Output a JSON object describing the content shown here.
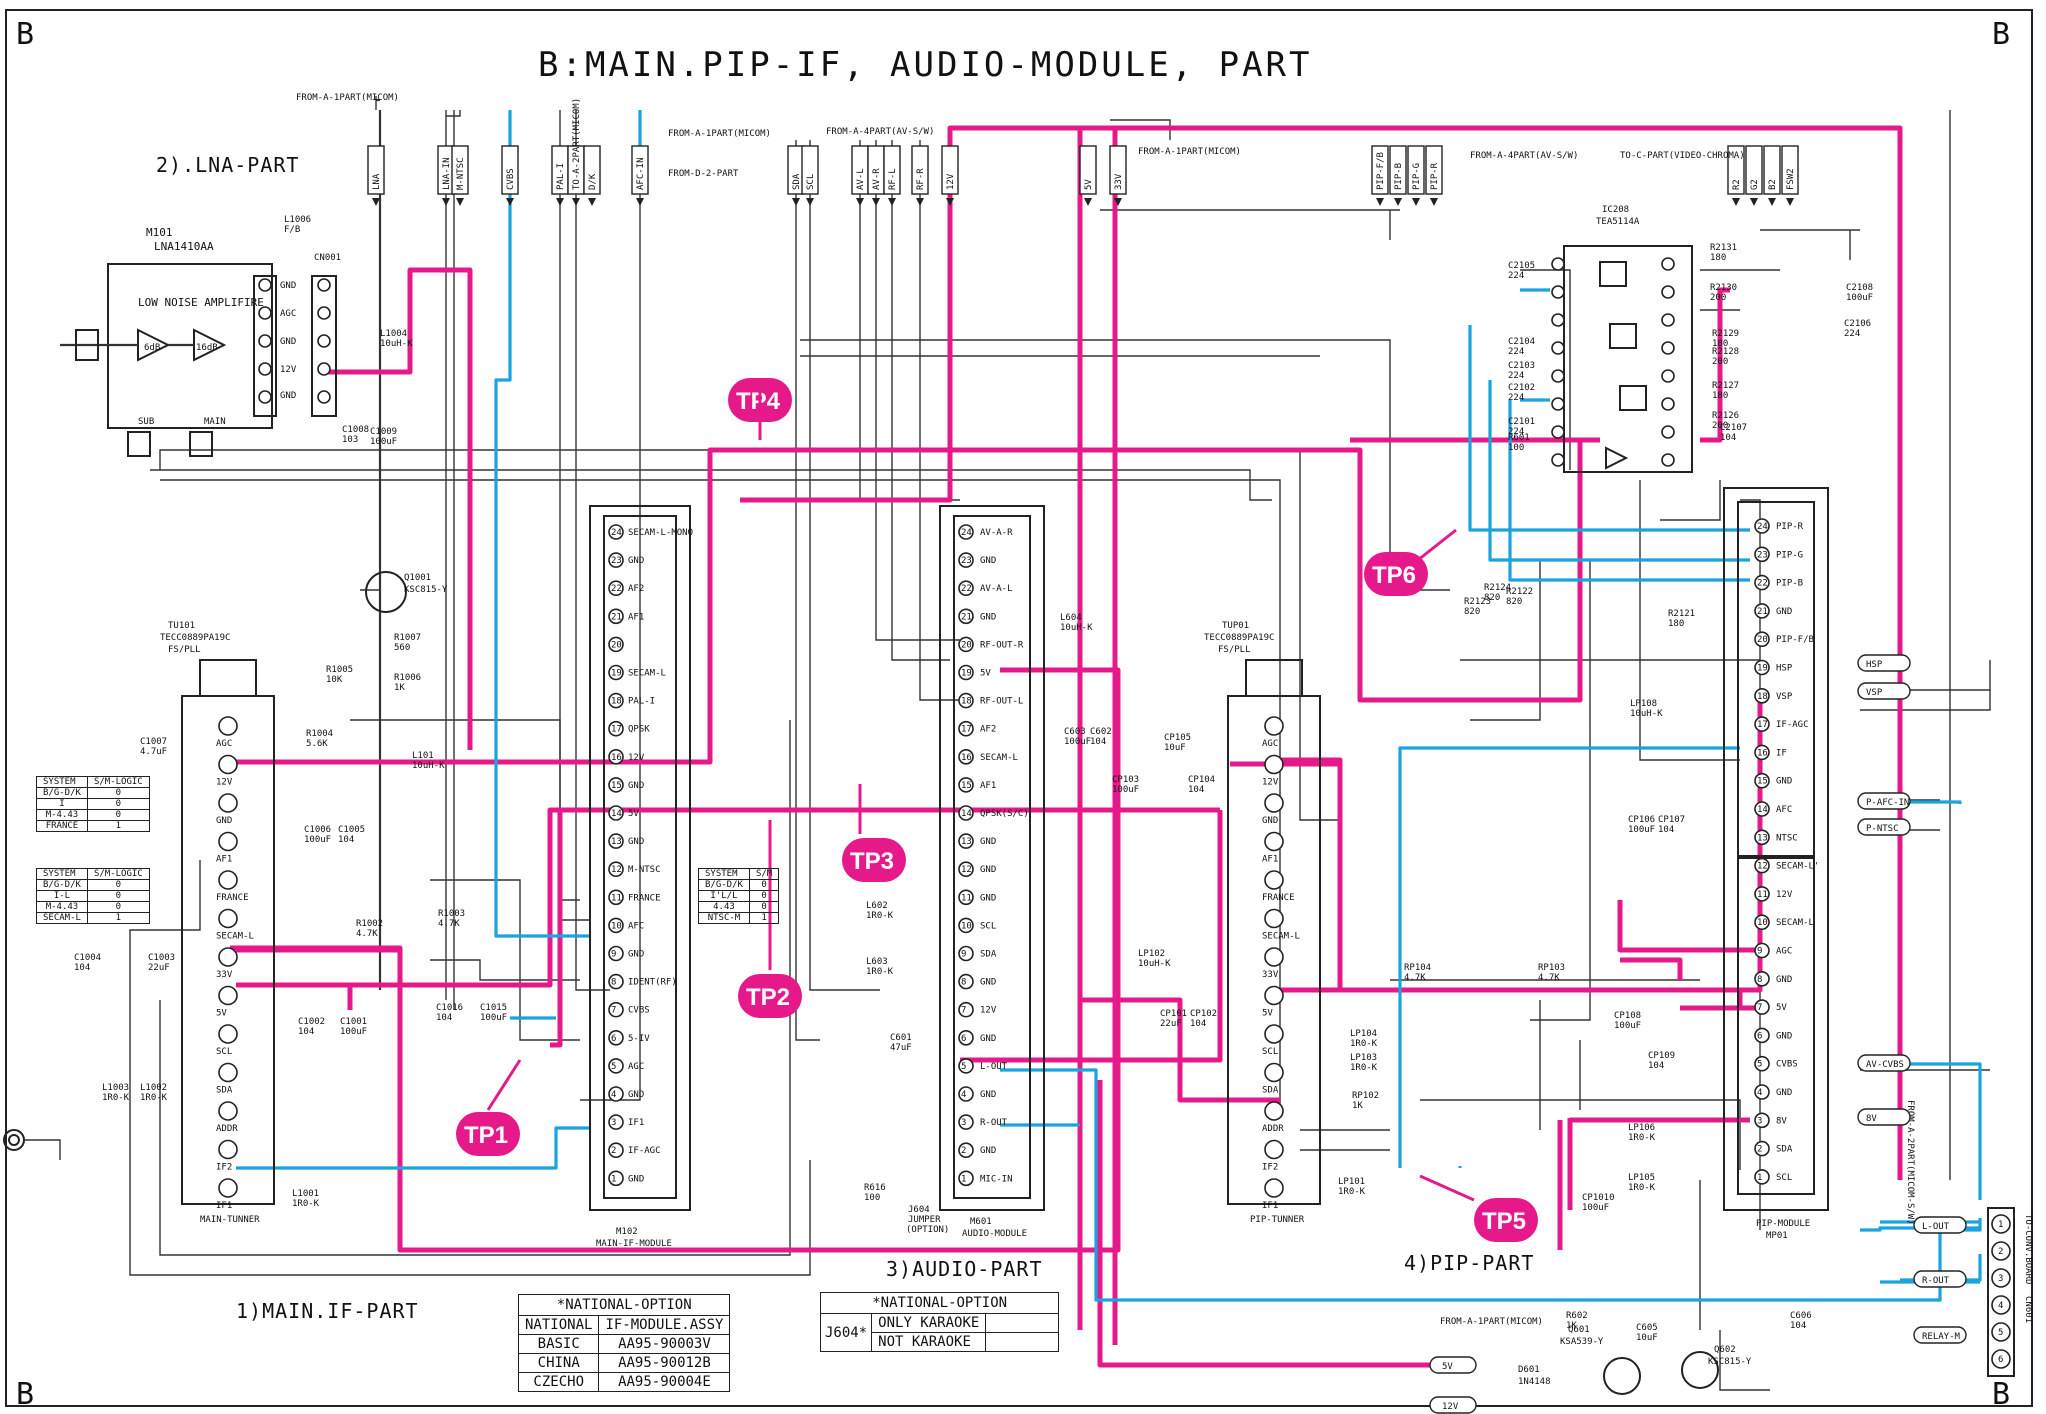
{
  "title": "B:MAIN.PIP-IF, AUDIO-MODULE, PART",
  "corner_mark": "B",
  "sections": {
    "lna": "2).LNA-PART",
    "main_if": "1)MAIN.IF-PART",
    "audio": "3)AUDIO-PART",
    "pip": "4)PIP-PART"
  },
  "components": {
    "m101_ref": "M101",
    "m101_part": "LNA1410AA",
    "m101_desc": "LOW NOISE AMPLIFIRE",
    "amp1": "6dB",
    "amp2": "16dB",
    "cn001": "CN001",
    "tu101": "TU101",
    "tu101_part": "TECC0889PA19C",
    "tu101_type": "FS/PLL",
    "tu101_name": "MAIN-TUNNER",
    "m102_name": "MAIN-IF-MODULE",
    "m102_ref": "M102",
    "m601_name": "AUDIO-MODULE",
    "m601_ref": "M601",
    "tup01": "TUP01",
    "tup01_part": "TECC0889PA19C",
    "tup01_type": "FS/PLL",
    "tup01_name": "PIP-TUNNER",
    "mp01_name": "PIP-MODULE",
    "mp01_ref": "MP01",
    "ic208": "IC208",
    "ic208_part": "TEA5114A",
    "q1001": "Q1001",
    "q1001_part": "KSC815-Y",
    "q601": "Q601",
    "q601_part": "KSA539-Y",
    "q602": "Q602",
    "q602_part": "KSC815-Y",
    "d601": "D601",
    "d601_part": "1N4148",
    "j604": "J604",
    "j604_desc": "JUMPER",
    "j604_opt": "(OPTION)",
    "cn601": "CN601",
    "to_conv_board": "TO-CONV.BOARD"
  },
  "connector_labels": {
    "top_left": [
      "LNA",
      "LNA-IN",
      "M-NTSC",
      "CVBS",
      "PAL-I",
      "TO-A-2PART(MICOM)",
      "D/K",
      "AFC-IN"
    ],
    "top_mid": [
      "SDA",
      "SCL",
      "AV-L",
      "AV-R",
      "RF-L",
      "RF-R",
      "12V",
      "5V",
      "33V"
    ],
    "top_right_pip": [
      "PIP-F/B",
      "PIP-B",
      "PIP-G",
      "PIP-R"
    ],
    "top_right_c": [
      "R2",
      "G2",
      "B2",
      "FSW2"
    ],
    "right_side": [
      "HSP",
      "VSP",
      "P-AFC-IN",
      "P-NTSC",
      "AV-CVBS",
      "8V",
      "L-OUT",
      "R-OUT",
      "RELAY-M"
    ],
    "bottom": [
      "5V",
      "12V"
    ]
  },
  "from_labels": {
    "a_micom_1": "FROM-A-1PART(MICOM)",
    "a_micom_2": "FROM-A-1PART(MICOM)",
    "a_micom_3": "FROM-A-1PART(MICOM)",
    "d2": "FROM-D-2-PART",
    "a_av_sw": "FROM-A-4PART(AV-S/W)",
    "a_av_sw2": "FROM-A-4PART(AV-S/W)",
    "c_part": "TO-C-PART(VIDEO-CHROMA)",
    "a_micom_bottom": "FROM-A-1PART(MICOM)",
    "vertical_right": "FROM-A-2PART(MICOM-S/W)"
  },
  "m102_pins": [
    {
      "n": "24",
      "name": "SECAM-L-MONO"
    },
    {
      "n": "23",
      "name": "GND"
    },
    {
      "n": "22",
      "name": "AF2"
    },
    {
      "n": "21",
      "name": "AF1"
    },
    {
      "n": "20",
      "name": ""
    },
    {
      "n": "19",
      "name": "SECAM-L"
    },
    {
      "n": "18",
      "name": "PAL-I"
    },
    {
      "n": "17",
      "name": "QPSK"
    },
    {
      "n": "16",
      "name": "12V"
    },
    {
      "n": "15",
      "name": "GND"
    },
    {
      "n": "14",
      "name": "5V"
    },
    {
      "n": "13",
      "name": "GND"
    },
    {
      "n": "12",
      "name": "M-NTSC"
    },
    {
      "n": "11",
      "name": "FRANCE"
    },
    {
      "n": "10",
      "name": "AFC"
    },
    {
      "n": "9",
      "name": "GND"
    },
    {
      "n": "8",
      "name": "IDENT(RF)"
    },
    {
      "n": "7",
      "name": "CVBS"
    },
    {
      "n": "6",
      "name": "5-IV"
    },
    {
      "n": "5",
      "name": "AGC"
    },
    {
      "n": "4",
      "name": "GND"
    },
    {
      "n": "3",
      "name": "IF1"
    },
    {
      "n": "2",
      "name": "IF-AGC"
    },
    {
      "n": "1",
      "name": "GND"
    }
  ],
  "m601_pins": [
    {
      "n": "24",
      "name": "AV-A-R"
    },
    {
      "n": "23",
      "name": "GND"
    },
    {
      "n": "22",
      "name": "AV-A-L"
    },
    {
      "n": "21",
      "name": "GND"
    },
    {
      "n": "20",
      "name": "RF-OUT-R"
    },
    {
      "n": "19",
      "name": "5V"
    },
    {
      "n": "18",
      "name": "RF-OUT-L"
    },
    {
      "n": "17",
      "name": "AF2"
    },
    {
      "n": "16",
      "name": "SECAM-L"
    },
    {
      "n": "15",
      "name": "AF1"
    },
    {
      "n": "14",
      "name": "QPSK(S/C)"
    },
    {
      "n": "13",
      "name": "GND"
    },
    {
      "n": "12",
      "name": "GND"
    },
    {
      "n": "11",
      "name": "GND"
    },
    {
      "n": "10",
      "name": "SCL"
    },
    {
      "n": "9",
      "name": "SDA"
    },
    {
      "n": "8",
      "name": "GND"
    },
    {
      "n": "7",
      "name": "12V"
    },
    {
      "n": "6",
      "name": "GND"
    },
    {
      "n": "5",
      "name": "L-OUT"
    },
    {
      "n": "4",
      "name": "GND"
    },
    {
      "n": "3",
      "name": "R-OUT"
    },
    {
      "n": "2",
      "name": "GND"
    },
    {
      "n": "1",
      "name": "MIC-IN"
    }
  ],
  "mp01_pins": [
    {
      "n": "24",
      "name": "PIP-R"
    },
    {
      "n": "23",
      "name": "PIP-G"
    },
    {
      "n": "22",
      "name": "PIP-B"
    },
    {
      "n": "21",
      "name": "GND"
    },
    {
      "n": "20",
      "name": "PIP-F/B"
    },
    {
      "n": "19",
      "name": "HSP"
    },
    {
      "n": "18",
      "name": "VSP"
    },
    {
      "n": "17",
      "name": "IF-AGC"
    },
    {
      "n": "16",
      "name": "IF"
    },
    {
      "n": "15",
      "name": "GND"
    },
    {
      "n": "14",
      "name": "AFC"
    },
    {
      "n": "13",
      "name": "NTSC"
    },
    {
      "n": "12",
      "name": "SECAM-L'"
    },
    {
      "n": "11",
      "name": "12V"
    },
    {
      "n": "10",
      "name": "SECAM-L"
    },
    {
      "n": "9",
      "name": "AGC"
    },
    {
      "n": "8",
      "name": "GND"
    },
    {
      "n": "7",
      "name": "5V"
    },
    {
      "n": "6",
      "name": "GND"
    },
    {
      "n": "5",
      "name": "CVBS"
    },
    {
      "n": "4",
      "name": "GND"
    },
    {
      "n": "3",
      "name": "8V"
    },
    {
      "n": "2",
      "name": "SDA"
    },
    {
      "n": "1",
      "name": "SCL"
    }
  ],
  "tuner_pins": [
    "AGC",
    "12V",
    "GND",
    "AF1",
    "FRANCE",
    "SECAM-L",
    "33V",
    "5V",
    "SCL",
    "SDA",
    "ADDR",
    "IF2",
    "IF1"
  ],
  "lna_pins": [
    "GND",
    "AGC",
    "GND",
    "12V",
    "GND"
  ],
  "lna_bottom": [
    "SUB",
    "MAIN"
  ],
  "tp_labels": [
    "TP1",
    "TP2",
    "TP3",
    "TP4",
    "TP5",
    "TP6"
  ],
  "table_sm1": {
    "header": [
      "SYSTEM",
      "S/M-LOGIC"
    ],
    "rows": [
      [
        "B/G-D/K",
        "0"
      ],
      [
        "I",
        "0"
      ],
      [
        "M-4.43",
        "0"
      ],
      [
        "FRANCE",
        "1"
      ]
    ]
  },
  "table_sm2": {
    "header": [
      "SYSTEM",
      "S/M-LOGIC"
    ],
    "rows": [
      [
        "B/G-D/K",
        "0"
      ],
      [
        "I-L",
        "0"
      ],
      [
        "M-4.43",
        "0"
      ],
      [
        "SECAM-L",
        "1"
      ]
    ]
  },
  "table_sm3": {
    "header": [
      "SYSTEM",
      "S/M"
    ],
    "rows": [
      [
        "B/G-D/K",
        "0"
      ],
      [
        "I'L/L",
        "0"
      ],
      [
        "4.43",
        "0"
      ],
      [
        "NTSC-M",
        "1"
      ]
    ]
  },
  "national_option_if": {
    "title": "*NATIONAL-OPTION",
    "header": [
      "NATIONAL",
      "IF-MODULE.ASSY"
    ],
    "rows": [
      [
        "BASIC",
        "AA95-90003V"
      ],
      [
        "CHINA",
        "AA95-90012B"
      ],
      [
        "CZECHO",
        "AA95-90004E"
      ]
    ]
  },
  "national_option_j604": {
    "title": "*NATIONAL-OPTION",
    "ref": "J604*",
    "rows": [
      "ONLY KARAOKE",
      "NOT KARAOKE"
    ]
  },
  "parts": [
    {
      "ref": "L1006",
      "val": "F/B"
    },
    {
      "ref": "L1004",
      "val": "10uH-K"
    },
    {
      "ref": "C1008",
      "val": "103"
    },
    {
      "ref": "C1009",
      "val": "100uF"
    },
    {
      "ref": "R1007",
      "val": "560"
    },
    {
      "ref": "R1006",
      "val": "1K"
    },
    {
      "ref": "R1005",
      "val": "10K"
    },
    {
      "ref": "R1004",
      "val": "5.6K"
    },
    {
      "ref": "L101",
      "val": "10uH-K"
    },
    {
      "ref": "C1007",
      "val": "4.7uF"
    },
    {
      "ref": "C1006",
      "val": "100uF"
    },
    {
      "ref": "C1005",
      "val": "104"
    },
    {
      "ref": "R1003",
      "val": "4.7K"
    },
    {
      "ref": "R1002",
      "val": "4.7K"
    },
    {
      "ref": "C1004",
      "val": "104"
    },
    {
      "ref": "C1003",
      "val": "22uF"
    },
    {
      "ref": "C1002",
      "val": "104"
    },
    {
      "ref": "C1001",
      "val": "100uF"
    },
    {
      "ref": "C1016",
      "val": "104"
    },
    {
      "ref": "C1015",
      "val": "100uF"
    },
    {
      "ref": "L1003",
      "val": "1R0-K"
    },
    {
      "ref": "L1002",
      "val": "1R0-K"
    },
    {
      "ref": "L1001",
      "val": "1R0-K"
    },
    {
      "ref": "L604",
      "val": "10uH-K"
    },
    {
      "ref": "C603",
      "val": "100uF"
    },
    {
      "ref": "C602",
      "val": "104"
    },
    {
      "ref": "L602",
      "val": "1R0-K"
    },
    {
      "ref": "L603",
      "val": "1R0-K"
    },
    {
      "ref": "C601",
      "val": "47uF"
    },
    {
      "ref": "R616",
      "val": "100"
    },
    {
      "ref": "CP105",
      "val": "10uF"
    },
    {
      "ref": "CP103",
      "val": "100uF"
    },
    {
      "ref": "CP104",
      "val": "104"
    },
    {
      "ref": "LP102",
      "val": "10uH-K"
    },
    {
      "ref": "CP101",
      "val": "22uF"
    },
    {
      "ref": "CP102",
      "val": "104"
    },
    {
      "ref": "RP104",
      "val": "4.7K"
    },
    {
      "ref": "RP103",
      "val": "4.7K"
    },
    {
      "ref": "LP104",
      "val": "1R0-K"
    },
    {
      "ref": "LP103",
      "val": "1R0-K"
    },
    {
      "ref": "RP102",
      "val": "1K"
    },
    {
      "ref": "LP101",
      "val": "1R0-K"
    },
    {
      "ref": "LP106",
      "val": "1R0-K"
    },
    {
      "ref": "LP105",
      "val": "1R0-K"
    },
    {
      "ref": "CP1010",
      "val": "100uF"
    },
    {
      "ref": "LP108",
      "val": "10uH-K"
    },
    {
      "ref": "CP106",
      "val": "100uF"
    },
    {
      "ref": "CP107",
      "val": "104"
    },
    {
      "ref": "CP108",
      "val": "100uF"
    },
    {
      "ref": "CP109",
      "val": "104"
    },
    {
      "ref": "R2121",
      "val": "180"
    },
    {
      "ref": "R2122",
      "val": "820"
    },
    {
      "ref": "R2123",
      "val": "820"
    },
    {
      "ref": "R2124",
      "val": "820"
    },
    {
      "ref": "R2131",
      "val": "180"
    },
    {
      "ref": "R2130",
      "val": "200"
    },
    {
      "ref": "R2129",
      "val": "180"
    },
    {
      "ref": "R2128",
      "val": "200"
    },
    {
      "ref": "R2127",
      "val": "180"
    },
    {
      "ref": "R2126",
      "val": "200"
    },
    {
      "ref": "C2107",
      "val": "104"
    },
    {
      "ref": "C2108",
      "val": "100uF"
    },
    {
      "ref": "C2106",
      "val": "224"
    },
    {
      "ref": "C2105",
      "val": "224"
    },
    {
      "ref": "C2104",
      "val": "224"
    },
    {
      "ref": "C2103",
      "val": "224"
    },
    {
      "ref": "C2102",
      "val": "224"
    },
    {
      "ref": "C2101",
      "val": "224"
    },
    {
      "ref": "R601",
      "val": "100"
    },
    {
      "ref": "R602",
      "val": "1K"
    },
    {
      "ref": "C605",
      "val": "10uF"
    },
    {
      "ref": "C606",
      "val": "104"
    }
  ],
  "cn601_pins": [
    "1",
    "2",
    "3",
    "4",
    "5",
    "6"
  ]
}
